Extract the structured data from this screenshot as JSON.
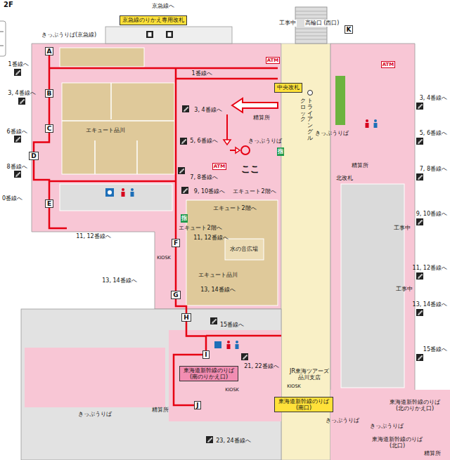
{
  "diagram": {
    "nodes": [
      {
        "text": [
          "京急線のりかえ専用改札"
        ]
      },
      {
        "text": [
          "中央改札"
        ]
      },
      {
        "text": [
          "東海道新幹線のりば (南のりかえ口)"
        ]
      },
      {
        "text": [
          "東海道新幹線のりば (南口)"
        ]
      },
      {
        "text": [
          "A"
        ]
      },
      {
        "text": [
          "B"
        ]
      },
      {
        "text": [
          "C"
        ]
      },
      {
        "text": [
          "D"
        ]
      },
      {
        "text": [
          "E"
        ]
      },
      {
        "text": [
          "F"
        ]
      },
      {
        "text": [
          "G"
        ]
      },
      {
        "text": [
          "H"
        ]
      },
      {
        "text": [
          "I"
        ]
      },
      {
        "text": [
          "J"
        ]
      },
      {
        "text": [
          "K"
        ]
      }
    ],
    "edges": [
      {
        "from": 4,
        "to": 5,
        "arrow": "none"
      },
      {
        "from": 5,
        "to": 6,
        "arrow": "none"
      },
      {
        "from": 6,
        "to": 7,
        "arrow": "none"
      },
      {
        "from": 7,
        "to": 8,
        "arrow": "none"
      },
      {
        "from": 9,
        "to": 10,
        "arrow": "none"
      },
      {
        "from": 10,
        "to": 11,
        "arrow": "none"
      },
      {
        "from": 11,
        "to": 12,
        "arrow": "none"
      },
      {
        "from": 12,
        "to": 13,
        "arrow": "none"
      }
    ],
    "labels": [
      "2F",
      "京急線へ",
      "きっぷうりば(京急線)",
      "1番線へ",
      "1番線へ",
      "工事中",
      "高輪口 (西口)",
      "ATM",
      "ATM",
      "3, 4番線へ",
      "3, 4番線へ",
      "3, 4番線へ",
      "精算所",
      "エキュート品川",
      "6番線へ",
      "5, 6番線へ",
      "5, 6番線へ",
      "きっぷうりば",
      "きっぷうりば",
      "指",
      "ここ",
      "ATM",
      "8番線へ",
      "7, 8番線へ",
      "7, 8番線へ",
      "精算所",
      "北改札",
      "9, 10番線へ",
      "エキュート2階へ",
      "0番線へ",
      "エキュート2階へ",
      "9, 10番線へ",
      "指",
      "工事中",
      "エキュート2階へ",
      "11, 12番線へ",
      "11, 12番線へ",
      "水の音広場",
      "11, 12番線へ",
      "エキュート品川",
      "13, 14番線へ",
      "工事中",
      "13, 14番線へ",
      "13, 14番線へ",
      "15番線へ",
      "15番線へ",
      "21, 22番線へ",
      "JR東海ツアーズ 品川支店",
      "KIOSK",
      "KIOSK",
      "東海道新幹線のりば (北のりかえ口)",
      "きっぷうりば",
      "精算所",
      "きっぷうりば",
      "きっぷうりば",
      "23, 24番線へ",
      "東海道新幹線のりば (北口)",
      "精算所",
      "トライアングル",
      "クロック",
      "KIOSK"
    ]
  }
}
